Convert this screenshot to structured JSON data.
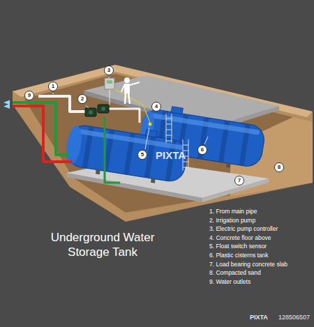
{
  "diagram": {
    "title": "Underground Water Storage Tank",
    "nodes": [
      {
        "text": [
          "3"
        ]
      },
      {
        "text": [
          "1"
        ]
      },
      {
        "text": [
          "9"
        ]
      },
      {
        "text": [
          "2"
        ]
      },
      {
        "text": [
          "4"
        ]
      },
      {
        "text": [
          "6"
        ]
      },
      {
        "text": [
          "5"
        ]
      },
      {
        "text": [
          "8"
        ]
      },
      {
        "text": [
          "7"
        ]
      }
    ],
    "labels": [
      "1. From main pipe",
      "2. Irrigation pump",
      "3. Electric pump controller",
      "4. Concrete floor above",
      "5. Float switch sensor",
      "6. Plastic cisterns tank",
      "7. Load bearing concrete slab",
      "8. Compacted sand",
      "9. Water outlets",
      "PIXTA",
      "PIXTA",
      "128506507"
    ]
  }
}
